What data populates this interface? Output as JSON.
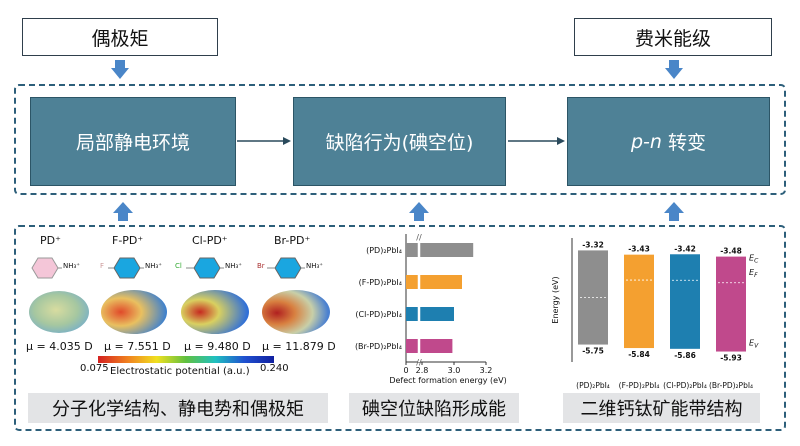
{
  "top_labels": {
    "dipole": "偶极矩",
    "fermi": "费米能级"
  },
  "process": {
    "local_field": "局部静电环境",
    "defect": "缺陷行为(碘空位)",
    "pn": "转变",
    "pn_prefix": "p-n"
  },
  "molecules": [
    {
      "name": "PD⁺",
      "mu": "μ = 4.035 D"
    },
    {
      "name": "F-PD⁺",
      "mu": "μ = 7.551 D"
    },
    {
      "name": "Cl-PD⁺",
      "mu": "μ = 9.480 D"
    },
    {
      "name": "Br-PD⁺",
      "mu": "μ = 11.879 D"
    }
  ],
  "mol_substituents": {
    "f": "F",
    "cl": "Cl",
    "br": "Br",
    "nh3": "NH₃⁺"
  },
  "colorbar": {
    "min": "0.075",
    "max": "0.240",
    "label": "Electrostatic potential (a.u.)"
  },
  "captions": {
    "molecular": "分子化学结构、静电势和偶极矩",
    "vacancy": "碘空位缺陷形成能",
    "band": "二维钙钛矿能带结构"
  },
  "chart_data": [
    {
      "type": "bar",
      "orientation": "horizontal",
      "categories": [
        "(PD)₂PbI₄",
        "(F-PD)₂PbI₄",
        "(Cl-PD)₂PbI₄",
        "(Br-PD)₂PbI₄"
      ],
      "values": [
        3.12,
        3.05,
        3.0,
        2.99
      ],
      "colors": [
        "#8e8e8e",
        "#f4a030",
        "#1e7fb0",
        "#c0498c"
      ],
      "xlabel": "Defect formation energy (eV)",
      "xticks": [
        "0",
        "2.8",
        "3.0",
        "3.2"
      ],
      "axis_break": true
    },
    {
      "type": "bar",
      "categories": [
        "(PD)₂PbI₄",
        "(F-PD)₂PbI₄",
        "(Cl-PD)₂PbI₄",
        "(Br-PD)₂PbI₄"
      ],
      "cbm": [
        -3.32,
        -3.43,
        -3.42,
        -3.48
      ],
      "vbm": [
        -5.75,
        -5.84,
        -5.86,
        -5.93
      ],
      "cbm_labels": [
        "-3.32",
        "-3.43",
        "-3.42",
        "-3.48"
      ],
      "vbm_labels": [
        "-5.75",
        "-5.84",
        "-5.86",
        "-5.93"
      ],
      "colors": [
        "#8e8e8e",
        "#f4a030",
        "#1e7fb0",
        "#c0498c"
      ],
      "ylabel": "Energy (eV)",
      "level_labels": {
        "ec": "E",
        "ec_sub": "C",
        "ef": "E",
        "ef_sub": "F",
        "ev": "E",
        "ev_sub": "V"
      }
    }
  ]
}
